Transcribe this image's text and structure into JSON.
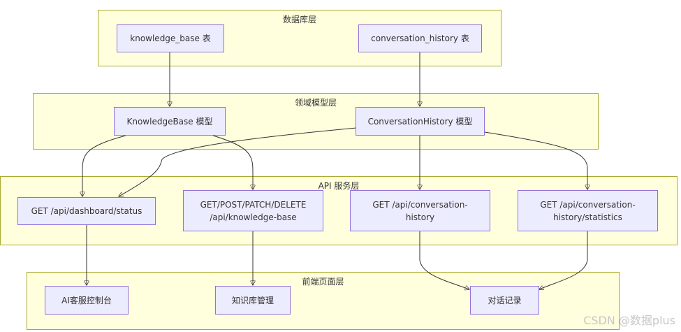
{
  "layers": {
    "data": "数据库层",
    "domain": "领域模型层",
    "api": "API 服务层",
    "frontend": "前端页面层"
  },
  "nodes": {
    "kb_table": "knowledge_base 表",
    "conv_table": "conversation_history 表",
    "kb_model": "KnowledgeBase 模型",
    "conv_model": "ConversationHistory 模型",
    "api_dashboard": "GET /api/dashboard/status",
    "api_kb": "GET/POST/PATCH/DELETE\n/api/knowledge-base",
    "api_conv": "GET /api/conversation-\nhistory",
    "api_stats": "GET /api/conversation-\nhistory/statistics",
    "fe_console": "AI客服控制台",
    "fe_kb": "知识库管理",
    "fe_records": "对话记录"
  },
  "watermark": "CSDN @数据plus"
}
